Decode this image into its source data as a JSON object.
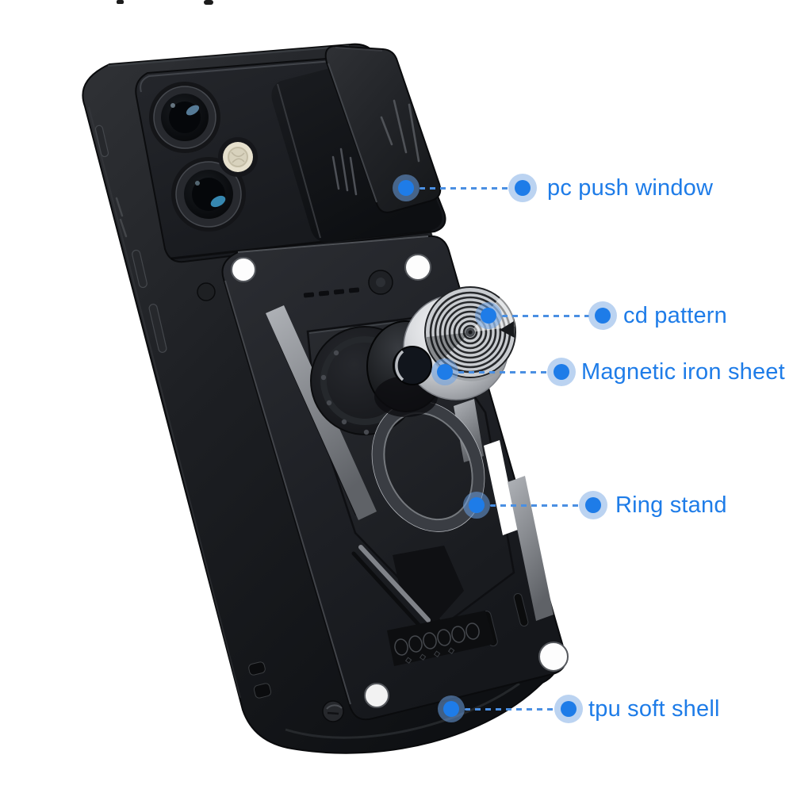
{
  "scene": {
    "type": "product-feature-callout-image",
    "background": "#ffffff",
    "subject": "black armor phone case with slide camera cover, cd-pattern magnetic mount and ring stand"
  },
  "palette": {
    "callout_text": "#1e7ce8",
    "callout_dot": "#1e7ce8",
    "callout_dot_halo": "rgba(108,160,226,0.55)",
    "callout_dash_line": "#4a8fe2",
    "case_black": "#1b1d20",
    "metal_silver": "#c9ccd1"
  },
  "callouts": [
    {
      "id": "pc-push-window",
      "label": "pc push window"
    },
    {
      "id": "cd-pattern",
      "label": "cd pattern"
    },
    {
      "id": "magnetic-iron-sheet",
      "label": "Magnetic iron sheet"
    },
    {
      "id": "ring-stand",
      "label": "Ring stand"
    },
    {
      "id": "tpu-soft-shell",
      "label": "tpu soft shell"
    }
  ]
}
